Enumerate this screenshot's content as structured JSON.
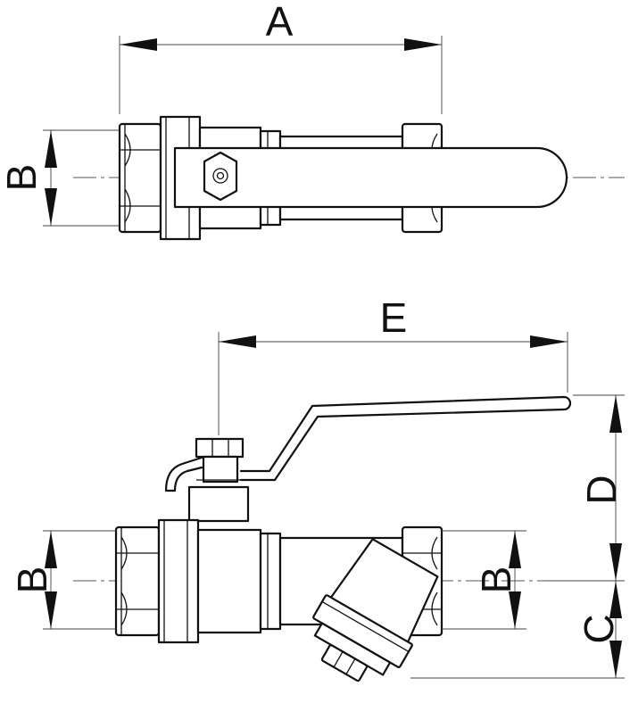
{
  "dimensions": {
    "top_width": "A",
    "top_diameter": "B",
    "handle_length": "E",
    "height_above_axis": "D",
    "depth_below_axis": "C",
    "left_diameter": "B",
    "right_diameter": "B"
  }
}
